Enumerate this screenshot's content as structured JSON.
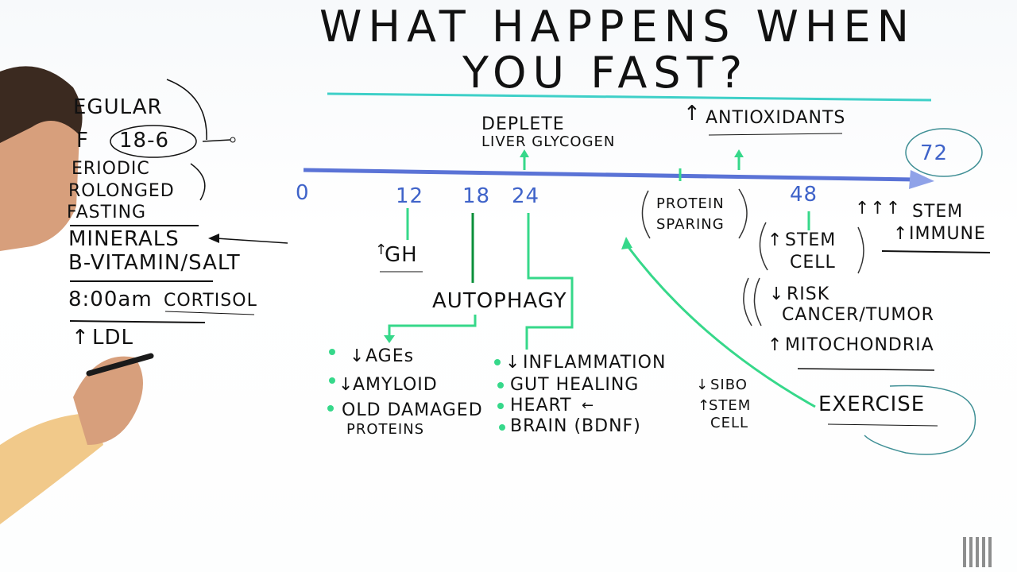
{
  "title": {
    "line1": "WHAT HAPPENS WHEN",
    "line2": "YOU FAST?"
  },
  "left_list": {
    "regular": "EGULAR",
    "if": "F",
    "if_ratio": "18-6",
    "periodic": "ERIODIC",
    "prolonged": "ROLONGED",
    "fasting": "FASTING",
    "minerals": "MINERALS",
    "bvitamin": "B-VITAMIN/SALT",
    "cortisol_time": "8:00am",
    "cortisol": "CORTISOL",
    "ldl": "LDL"
  },
  "timeline": {
    "ticks": [
      "0",
      "12",
      "18",
      "24",
      "48",
      "72"
    ],
    "deplete_line1": "DEPLETE",
    "deplete_line2": "LIVER GLYCOGEN",
    "antioxidants": "ANTIOXIDANTS",
    "protein_line1": "PROTEIN",
    "protein_line2": "SPARING"
  },
  "effects": {
    "gh": "GH",
    "autophagy": "AUTOPHAGY",
    "ages": "AGEs",
    "amyloid": "AMYLOID",
    "old_damaged_line1": "OLD DAMAGED",
    "old_damaged_line2": "PROTEINS",
    "inflammation": "INFLAMMATION",
    "gut_healing": "GUT HEALING",
    "heart": "HEART",
    "brain": "BRAIN (BDNF)",
    "sibo": "SIBO",
    "stem_small_line1": "STEM",
    "stem_small_line2": "CELL",
    "stem_cell_line1": "STEM",
    "stem_cell_line2": "CELL",
    "risk_line1": "RISK",
    "risk_line2": "CANCER/TUMOR",
    "mitochondria": "MITOCHONDRIA",
    "stem_72": "STEM",
    "immune": "IMMUNE",
    "exercise": "EXERCISE"
  },
  "colors": {
    "ink": "#111111",
    "blue": "#3f63c9",
    "green": "#36d88a",
    "teal": "#3ed0c8",
    "skin": "#d79f7c",
    "shirt": "#f1c98a"
  }
}
